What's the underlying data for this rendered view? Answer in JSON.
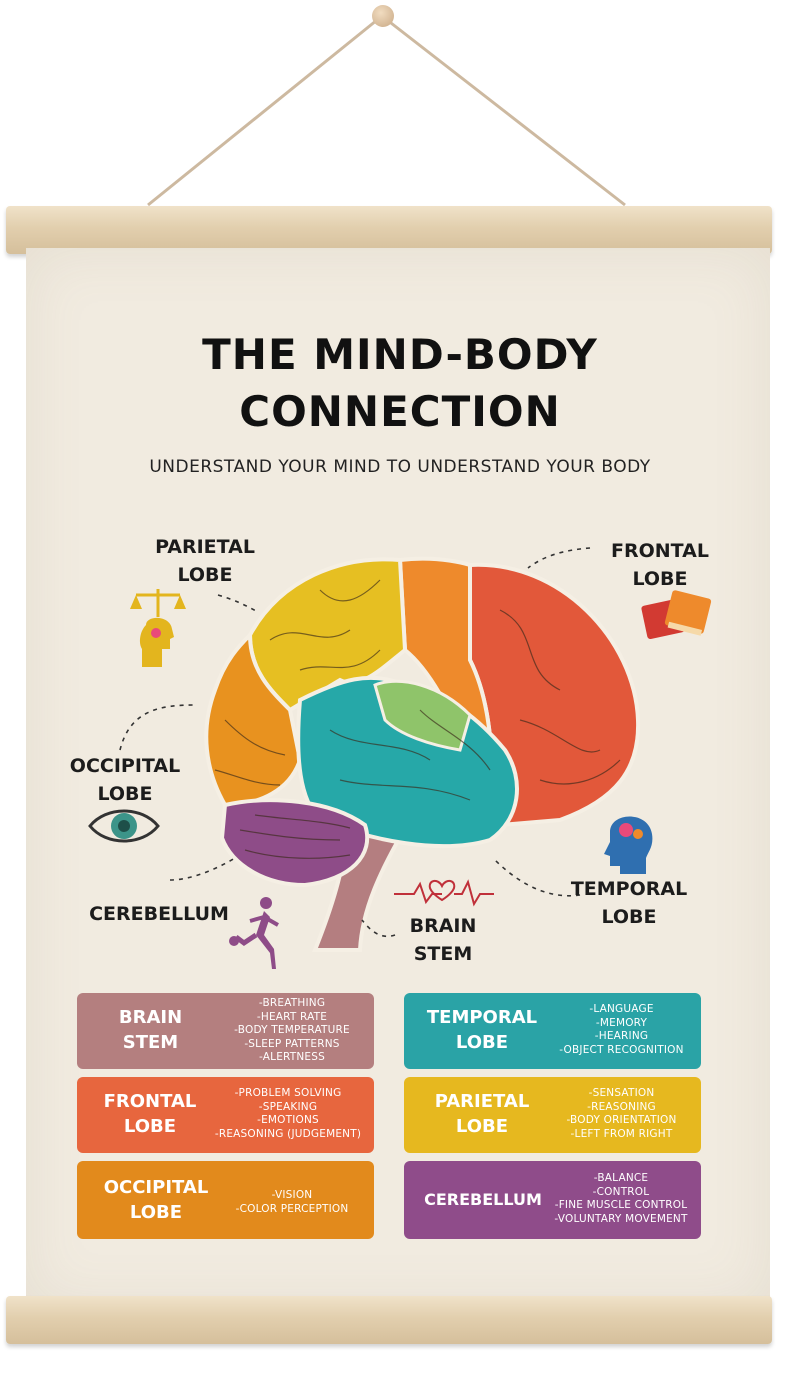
{
  "poster": {
    "title_line1": "THE MIND-BODY",
    "title_line2": "CONNECTION",
    "subtitle": "UNDERSTAND YOUR MIND TO UNDERSTAND YOUR BODY"
  },
  "labels": {
    "parietal": [
      "PARIETAL",
      "LOBE"
    ],
    "frontal": [
      "FRONTAL",
      "LOBE"
    ],
    "occipital": [
      "OCCIPITAL",
      "LOBE"
    ],
    "temporal": [
      "TEMPORAL",
      "LOBE"
    ],
    "cerebellum": "CEREBELLUM",
    "brain_stem": [
      "BRAIN",
      "STEM"
    ]
  },
  "boxes": [
    {
      "name": [
        "BRAIN",
        "STEM"
      ],
      "color": "#b47f7f",
      "facts": [
        "-BREATHING",
        "-HEART RATE",
        "-BODY TEMPERATURE",
        "-SLEEP PATTERNS",
        "-ALERTNESS"
      ]
    },
    {
      "name": [
        "TEMPORAL",
        "LOBE"
      ],
      "color": "#2aa3a6",
      "facts": [
        "-LANGUAGE",
        "-MEMORY",
        "-HEARING",
        "-OBJECT RECOGNITION"
      ]
    },
    {
      "name": [
        "FRONTAL",
        "LOBE"
      ],
      "color": "#e7663e",
      "facts": [
        "-PROBLEM SOLVING",
        "-SPEAKING",
        "-EMOTIONS",
        "-REASONING (JUDGEMENT)"
      ]
    },
    {
      "name": [
        "PARIETAL",
        "LOBE"
      ],
      "color": "#e6b81f",
      "facts": [
        "-SENSATION",
        "-REASONING",
        "-BODY ORIENTATION",
        "-LEFT FROM RIGHT"
      ]
    },
    {
      "name": [
        "OCCIPITAL",
        "LOBE"
      ],
      "color": "#e28a1c",
      "facts": [
        "-VISION",
        "-COLOR PERCEPTION"
      ]
    },
    {
      "name": [
        "CEREBELLUM"
      ],
      "color": "#8f4c8a",
      "facts": [
        "-BALANCE",
        "-CONTROL",
        "-FINE MUSCLE CONTROL",
        "-VOLUNTARY MOVEMENT"
      ]
    }
  ],
  "icons": [
    "pin-icon",
    "scales-head-icon",
    "books-icon",
    "eye-icon",
    "brain-head-icon",
    "heartbeat-icon",
    "soccer-player-icon"
  ],
  "colors": {
    "frontal": "#e2583a",
    "parietal": "#e6bf22",
    "occipital": "#e8921f",
    "temporal": "#26a8a8",
    "motor_strip": "#ee8a2c",
    "insula": "#8fc46a",
    "cerebellum": "#8e4c88",
    "brain_stem": "#b47e80",
    "background": "#f1ebe0"
  }
}
